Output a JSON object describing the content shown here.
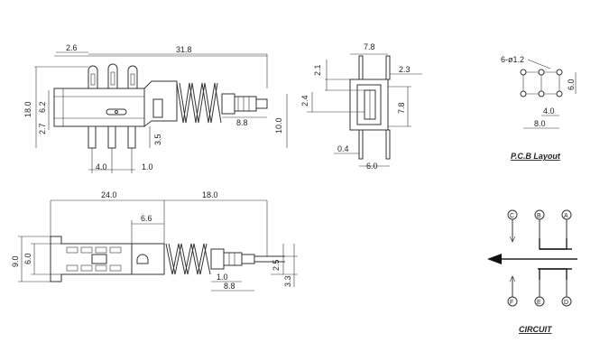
{
  "top_view": {
    "dim_2_6": "2.6",
    "dim_31_8": "31.8",
    "dim_18_0": "18.0",
    "dim_6_2": "6.2",
    "dim_2_7": "2.7",
    "dim_3_5": "3.5",
    "dim_4_0": "4.0",
    "dim_1_0": "1.0",
    "dim_8_8": "8.8",
    "dim_10_0": "10.0"
  },
  "end_view": {
    "dim_7_8_top": "7.8",
    "dim_2_1": "2.1",
    "dim_2_3": "2.3",
    "dim_2_4": "2.4",
    "dim_7_8_side": "7.8",
    "dim_0_4": "0.4",
    "dim_6_0": "6.0"
  },
  "pcb_layout": {
    "hole_spec": "6-ø1.2",
    "dim_6_0": "6.0",
    "dim_4_0": "4.0",
    "dim_8_0": "8.0",
    "title": "P.C.B Layout"
  },
  "side_view": {
    "dim_24_0": "24.0",
    "dim_18_0": "18.0",
    "dim_6_6": "6.6",
    "dim_9_0": "9.0",
    "dim_6_0": "6.0",
    "dim_1_0": "1.0",
    "dim_8_8": "8.8",
    "dim_2_5": "2.5",
    "dim_3_3": "3.3"
  },
  "circuit": {
    "title": "CIRCUIT",
    "terminals": [
      "C",
      "B",
      "A",
      "F",
      "E",
      "D"
    ]
  }
}
